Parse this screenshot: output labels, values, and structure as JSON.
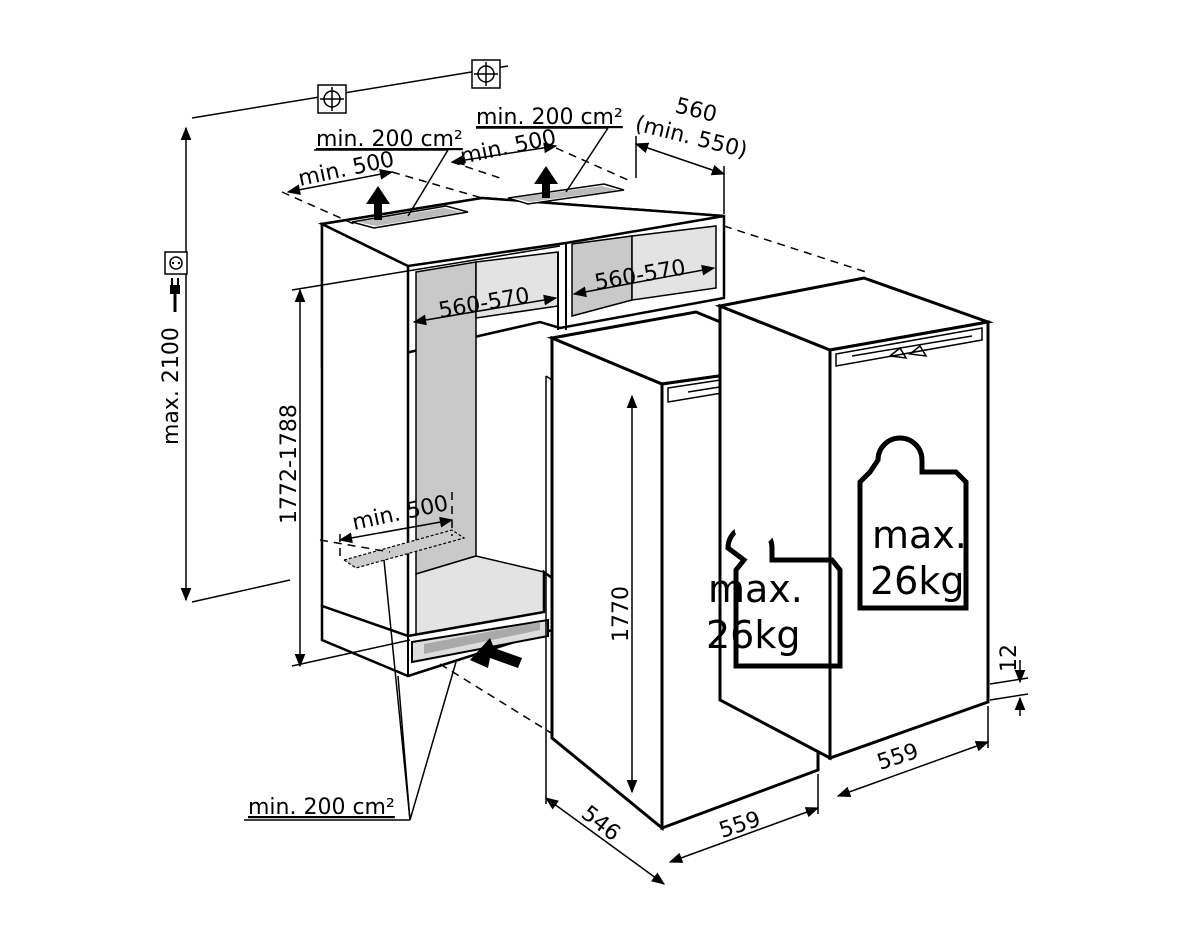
{
  "labels": {
    "max_height": "max. 2100",
    "niche_height": "1772-1788",
    "vent_top_left": "min. 200 cm²",
    "vent_top_right": "min. 200 cm²",
    "depth_top": "560",
    "depth_top_min": "(min. 550)",
    "gap_top_left": "min. 500",
    "gap_top_right": "min. 500",
    "gap_bottom": "min. 500",
    "niche_width_left": "560-570",
    "niche_width_right": "560-570",
    "vent_bottom": "min. 200 cm²",
    "unit_height": "1770",
    "unit_depth": "546",
    "unit_width_left": "559",
    "unit_width_right": "559",
    "plinth": "12"
  },
  "weights": {
    "left": {
      "line1": "max.",
      "line2": "26kg"
    },
    "right": {
      "line1": "max.",
      "line2": "26kg"
    }
  },
  "icons": [
    "crosshair-icon",
    "crosshair-icon",
    "power-socket-icon",
    "power-plug-icon",
    "weight-icon",
    "weight-icon",
    "arrow-up-icon",
    "arrow-up-icon",
    "arrow-right-icon"
  ]
}
